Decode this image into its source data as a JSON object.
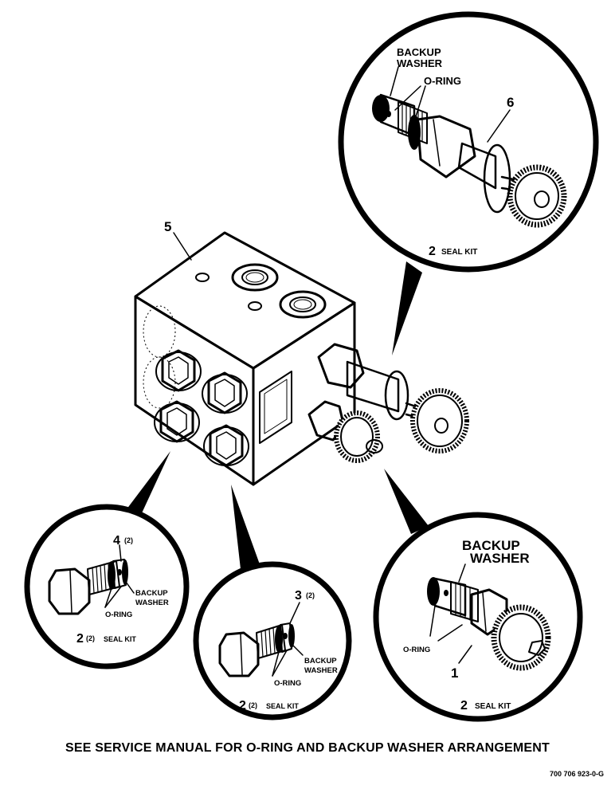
{
  "diagram": {
    "callouts": {
      "valve_block": "5",
      "top_valve": "6",
      "lower_right_valve": "1",
      "plug_left": "4",
      "plug_left_qty": "(2)",
      "plug_middle": "3",
      "plug_middle_qty": "(2)"
    },
    "labels": {
      "backup": "BACKUP",
      "washer": "WASHER",
      "o_ring": "O-RING",
      "seal_kit": "SEAL KIT",
      "seal_kit_number": "2",
      "seal_kit_qty": "(2)"
    },
    "caption": "SEE SERVICE MANUAL FOR O-RING AND BACKUP WASHER ARRANGEMENT",
    "drawing_code": "700 706 923-0-G"
  }
}
